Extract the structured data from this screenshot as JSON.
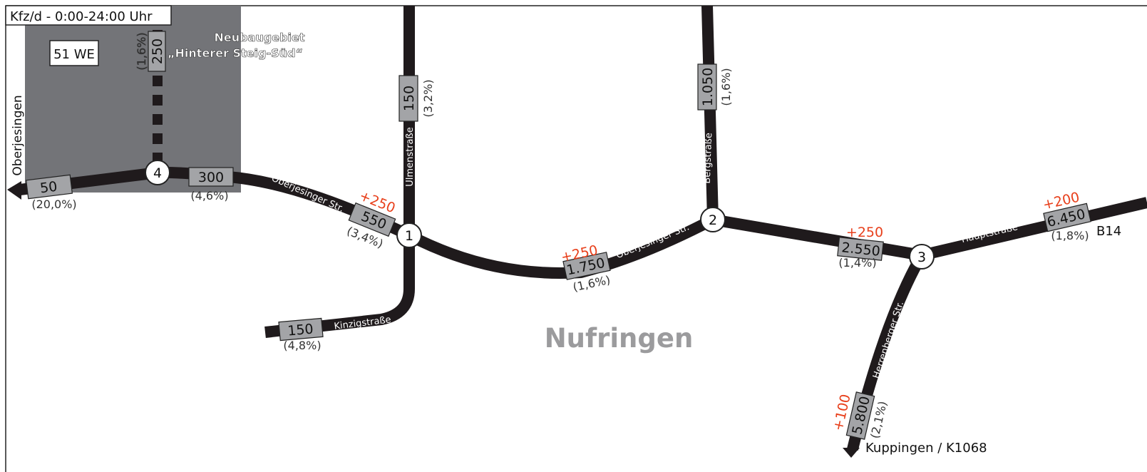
{
  "header": {
    "unit_label": "Kfz/d - 0:00-24:00 Uhr"
  },
  "area": {
    "dwelling_units": "51 WE",
    "name_line1": "Neubaugebiet",
    "name_line2": "„Hinterer Steig-Süd“",
    "access_volume": "250",
    "access_share": "(1,6%)"
  },
  "town": {
    "name": "Nufringen"
  },
  "destinations": {
    "west": "Oberjesingen",
    "east": "B14",
    "south": "Kuppingen / K1068"
  },
  "nodes": [
    "1",
    "2",
    "3",
    "4"
  ],
  "streets": {
    "oberjesinger_west": "Oberjesinger Str.",
    "oberjesinger_east": "Oberjesinger Str.",
    "ulmen": "Ulmenstraße",
    "kinzig": "Kinzigstraße",
    "berg": "Bergstraße",
    "haupt": "Hauptstraße",
    "herrenberger": "Herrenberger Str."
  },
  "counts": {
    "west_end": {
      "volume": "50",
      "share": "(20,0%)"
    },
    "oberjesinger_4_1": {
      "volume": "300",
      "share": "(4,6%)"
    },
    "oberjesinger_near_1": {
      "volume": "550",
      "share": "(3,4%)",
      "increase": "+250"
    },
    "ulmen": {
      "volume": "150",
      "share": "(3,2%)"
    },
    "kinzig": {
      "volume": "150",
      "share": "(4,8%)"
    },
    "oberjesinger_1_2": {
      "volume": "1.750",
      "share": "(1,6%)",
      "increase": "+250"
    },
    "berg": {
      "volume": "1.050",
      "share": "(1,6%)"
    },
    "oberjesinger_2_3": {
      "volume": "2.550",
      "share": "(1,4%)",
      "increase": "+250"
    },
    "haupt": {
      "volume": "6.450",
      "share": "(1,8%)",
      "increase": "+200"
    },
    "herrenberger": {
      "volume": "5.800",
      "share": "(2,1%)",
      "increase": "+100"
    }
  },
  "colors": {
    "road": "#1f1a1c",
    "area_fill": "#737478",
    "box_fill": "#a3a4a7",
    "increase": "#e8401c",
    "town_label": "#9b9b9d"
  }
}
